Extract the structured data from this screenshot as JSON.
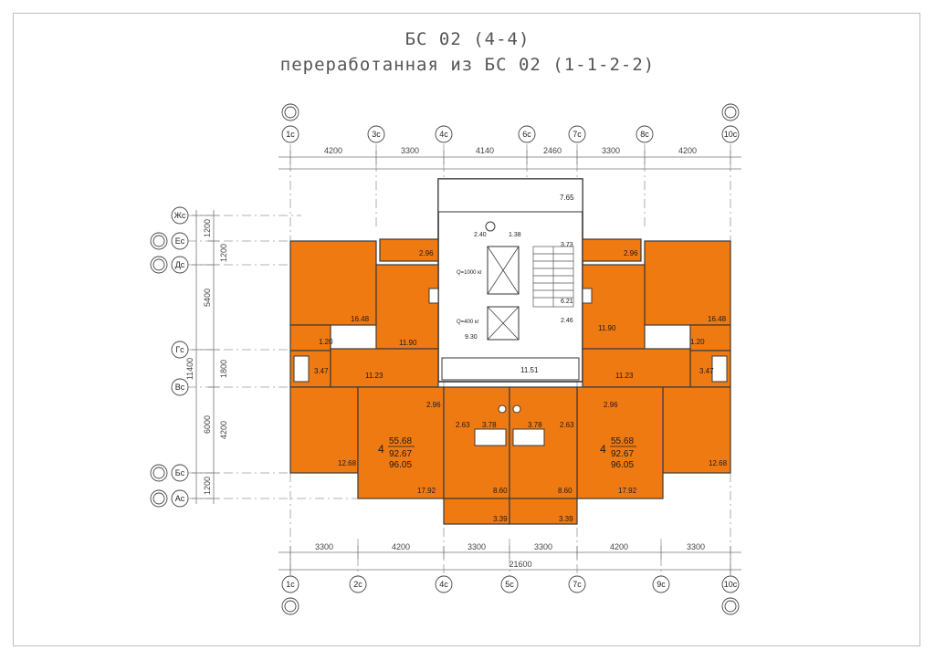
{
  "title": {
    "line1": "БС 02 (4-4)",
    "line2": "переработанная из БС 02 (1-1-2-2)"
  },
  "axes": {
    "top": [
      "1с",
      "3с",
      "4с",
      "6с",
      "7с",
      "8с",
      "10с"
    ],
    "bottom": [
      "1с",
      "2с",
      "4с",
      "5с",
      "7с",
      "9с",
      "10с"
    ],
    "left": [
      "Жс",
      "Ес",
      "Дс",
      "Гс",
      "Вс",
      "Бс",
      "Ас"
    ]
  },
  "dimensions": {
    "top": [
      "4200",
      "3300",
      "4140",
      "2460",
      "3300",
      "4200"
    ],
    "bottom": [
      "3300",
      "4200",
      "3300",
      "3300",
      "4200",
      "3300"
    ],
    "bottom_total": "21600",
    "left_outer": [
      "5400",
      "11400",
      "6000"
    ],
    "left_inner": [
      "1200",
      "1200",
      "1800",
      "4200",
      "1200"
    ]
  },
  "rooms": {
    "left_bedroom": "16.48",
    "left_bath_small": "1.20",
    "left_bath": "3.47",
    "left_hall": "11.23",
    "left_kitchen": "11.90",
    "left_balcony": "2.96",
    "left_bottom_bedroom": "12.68",
    "left_living": "17.92",
    "left_hall2": "2.96",
    "center_left_bath": "2.63",
    "center_left_wc": "3.78",
    "center_left_room": "8.60",
    "center_left_balcony": "3.39",
    "right_bedroom": "16.48",
    "right_bath_small": "1.20",
    "right_bath": "3.47",
    "right_hall": "11.23",
    "right_kitchen": "11.90",
    "right_balcony": "2.96",
    "right_bottom_bedroom": "12.68",
    "right_living": "17.92",
    "right_hall2": "2.96",
    "center_right_bath": "2.63",
    "center_right_wc": "3.78",
    "center_right_room": "8.60",
    "center_right_balcony": "3.39",
    "core_top": "7.65",
    "core_lift1": "Q=1000 кг",
    "core_lift2": "Q=400 кг",
    "core_a": "2.40",
    "core_b": "1.38",
    "core_c": "3.73",
    "core_d": "6.21",
    "core_e": "2.46",
    "core_f": "9.30",
    "core_corridor": "11.51"
  },
  "apartments": {
    "left": {
      "rooms": "4",
      "a": "55.68",
      "b": "92.67",
      "c": "96.05"
    },
    "right": {
      "rooms": "4",
      "a": "55.68",
      "b": "92.67",
      "c": "96.05"
    }
  },
  "colors": {
    "room_fill": "#f07a12",
    "wall": "#3a3a3a",
    "line": "#8a8a8a"
  }
}
